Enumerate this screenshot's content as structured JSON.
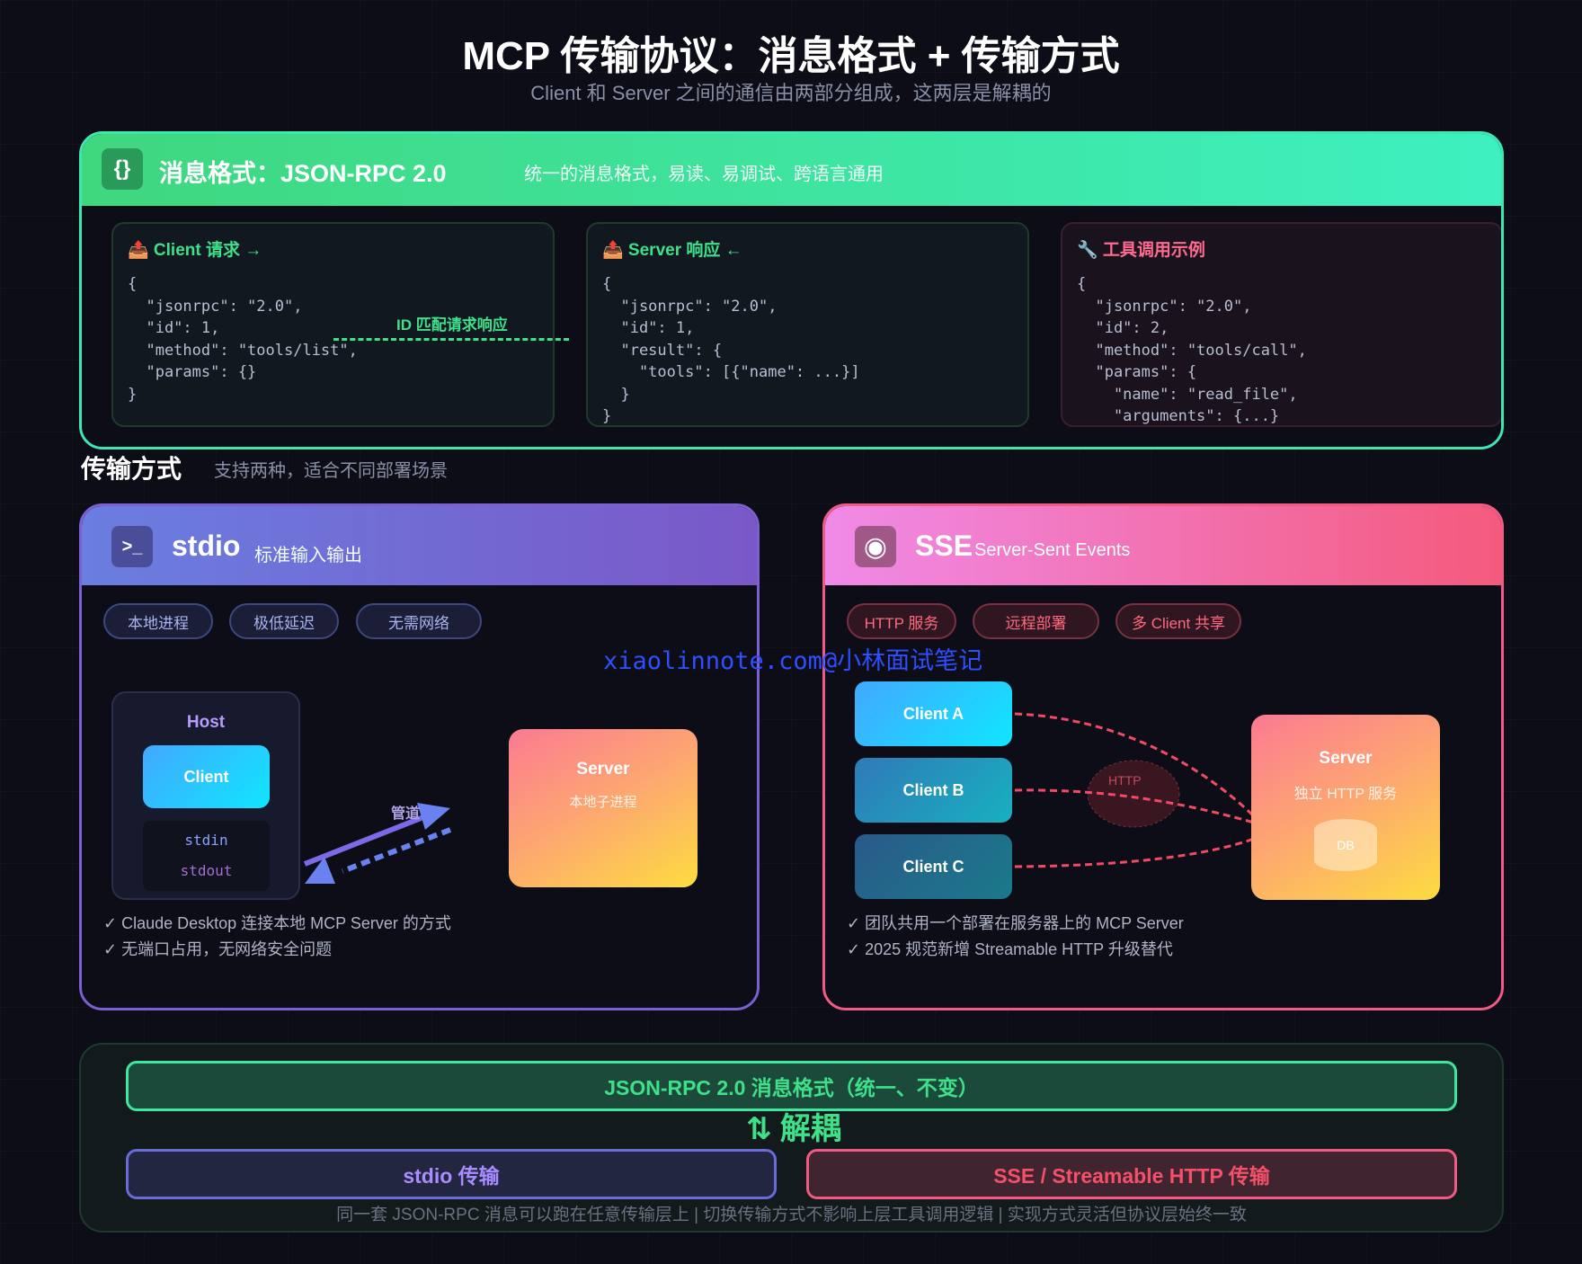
{
  "title": "MCP 传输协议：消息格式 + 传输方式",
  "subtitle": "Client 和 Server 之间的通信由两部分组成，这两层是解耦的",
  "json_section": {
    "icon": "{}",
    "title": "消息格式：JSON-RPC 2.0",
    "desc": "统一的消息格式，易读、易调试、跨语言通用",
    "cards": [
      {
        "title": "📤 Client 请求 →",
        "code": "{\n  \"jsonrpc\": \"2.0\",\n  \"id\": 1,\n  \"method\": \"tools/list\",\n  \"params\": {}\n}"
      },
      {
        "title": "📤 Server 响应 ←",
        "code": "{\n  \"jsonrpc\": \"2.0\",\n  \"id\": 1,\n  \"result\": {\n    \"tools\": [{\"name\": ...}]\n  }\n}"
      },
      {
        "title": "🔧 工具调用示例",
        "code": "{\n  \"jsonrpc\": \"2.0\",\n  \"id\": 2,\n  \"method\": \"tools/call\",\n  \"params\": {\n    \"name\": \"read_file\",\n    \"arguments\": {...}"
      }
    ],
    "id_match_label": "ID 匹配请求响应"
  },
  "transport_heading": "传输方式",
  "transport_sub": "支持两种，适合不同部署场景",
  "stdio": {
    "icon": ">_",
    "title": "stdio",
    "subtitle": "标准输入输出",
    "tags": [
      "本地进程",
      "极低延迟",
      "无需网络"
    ],
    "host": "Host",
    "client": "Client",
    "stdin": "stdin",
    "stdout": "stdout",
    "pipe": "管道",
    "server": "Server",
    "server_sub": "本地子进程",
    "notes": [
      "✓ Claude Desktop 连接本地 MCP Server 的方式",
      "✓ 无端口占用，无网络安全问题"
    ]
  },
  "sse": {
    "icon": "◉",
    "title": "SSE",
    "subtitle": "Server-Sent Events",
    "tags": [
      "HTTP 服务",
      "远程部署",
      "多 Client 共享"
    ],
    "clients": [
      "Client A",
      "Client B",
      "Client C"
    ],
    "http": "HTTP",
    "server": "Server",
    "server_sub": "独立 HTTP 服务",
    "db": "DB",
    "notes": [
      "✓ 团队共用一个部署在服务器上的 MCP Server",
      "✓ 2025 规范新增 Streamable HTTP 升级替代"
    ]
  },
  "watermark": "xiaolinnote.com@小林面试笔记",
  "summary": {
    "json_bar": "JSON-RPC 2.0 消息格式（统一、不变）",
    "decouple": "⇅ 解耦",
    "stdio_bar": "stdio 传输",
    "sse_bar": "SSE / Streamable HTTP 传输",
    "footer": "同一套 JSON-RPC 消息可以跑在任意传输层上 | 切换传输方式不影响上层工具调用逻辑 | 实现方式灵活但协议层始终一致"
  }
}
